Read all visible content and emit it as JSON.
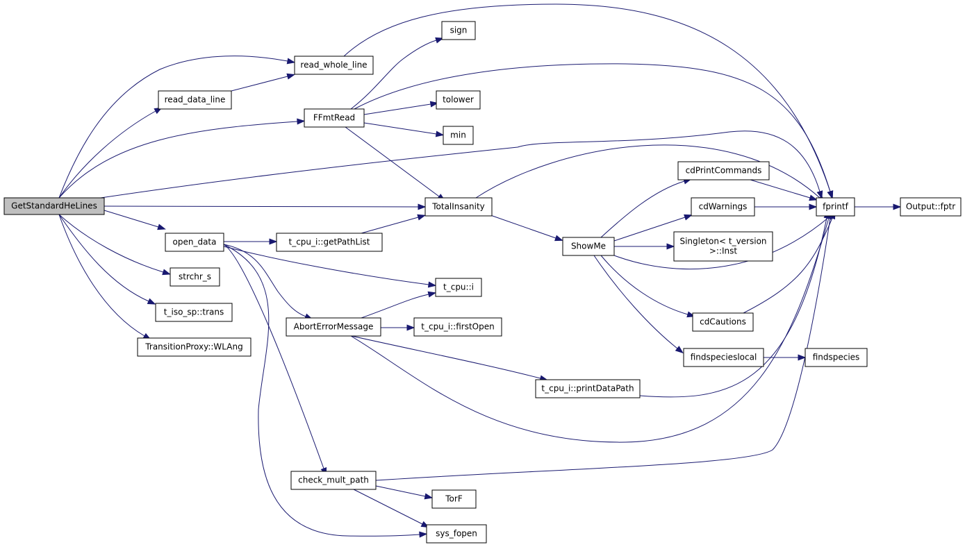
{
  "root_function": "GetStandardHeLines",
  "nodes": [
    {
      "id": "GetStandardHeLines",
      "lines": [
        "GetStandardHeLines"
      ],
      "root": true
    },
    {
      "id": "read_whole_line",
      "lines": [
        "read_whole_line"
      ]
    },
    {
      "id": "read_data_line",
      "lines": [
        "read_data_line"
      ]
    },
    {
      "id": "FFmtRead",
      "lines": [
        "FFmtRead"
      ]
    },
    {
      "id": "sign",
      "lines": [
        "sign"
      ]
    },
    {
      "id": "tolower",
      "lines": [
        "tolower"
      ]
    },
    {
      "id": "min",
      "lines": [
        "min"
      ]
    },
    {
      "id": "TotalInsanity",
      "lines": [
        "TotalInsanity"
      ]
    },
    {
      "id": "cdPrintCommands",
      "lines": [
        "cdPrintCommands"
      ]
    },
    {
      "id": "cdWarnings",
      "lines": [
        "cdWarnings"
      ]
    },
    {
      "id": "fprintf",
      "lines": [
        "fprintf"
      ]
    },
    {
      "id": "Output_fptr",
      "lines": [
        "Output::fptr"
      ]
    },
    {
      "id": "ShowMe",
      "lines": [
        "ShowMe"
      ]
    },
    {
      "id": "Singleton_Inst",
      "lines": [
        "Singleton< t_version",
        ">::Inst"
      ]
    },
    {
      "id": "open_data",
      "lines": [
        "open_data"
      ]
    },
    {
      "id": "t_cpu_i_getPathList",
      "lines": [
        "t_cpu_i::getPathList"
      ]
    },
    {
      "id": "strchr_s",
      "lines": [
        "strchr_s"
      ]
    },
    {
      "id": "t_cpu_i",
      "lines": [
        "t_cpu::i"
      ]
    },
    {
      "id": "t_iso_sp_trans",
      "lines": [
        "t_iso_sp::trans"
      ]
    },
    {
      "id": "cdCautions",
      "lines": [
        "cdCautions"
      ]
    },
    {
      "id": "TransitionProxy_WLAng",
      "lines": [
        "TransitionProxy::WLAng"
      ]
    },
    {
      "id": "AbortErrorMessage",
      "lines": [
        "AbortErrorMessage"
      ]
    },
    {
      "id": "t_cpu_i_firstOpen",
      "lines": [
        "t_cpu_i::firstOpen"
      ]
    },
    {
      "id": "findspecieslocal",
      "lines": [
        "findspecieslocal"
      ]
    },
    {
      "id": "findspecies",
      "lines": [
        "findspecies"
      ]
    },
    {
      "id": "t_cpu_i_printDataPath",
      "lines": [
        "t_cpu_i::printDataPath"
      ]
    },
    {
      "id": "check_mult_path",
      "lines": [
        "check_mult_path"
      ]
    },
    {
      "id": "TorF",
      "lines": [
        "TorF"
      ]
    },
    {
      "id": "sys_fopen",
      "lines": [
        "sys_fopen"
      ]
    }
  ],
  "edges": [
    {
      "from": "GetStandardHeLines",
      "to": "read_whole_line"
    },
    {
      "from": "GetStandardHeLines",
      "to": "read_data_line"
    },
    {
      "from": "GetStandardHeLines",
      "to": "FFmtRead"
    },
    {
      "from": "GetStandardHeLines",
      "to": "fprintf"
    },
    {
      "from": "GetStandardHeLines",
      "to": "TotalInsanity"
    },
    {
      "from": "GetStandardHeLines",
      "to": "open_data"
    },
    {
      "from": "GetStandardHeLines",
      "to": "strchr_s"
    },
    {
      "from": "GetStandardHeLines",
      "to": "t_iso_sp_trans"
    },
    {
      "from": "GetStandardHeLines",
      "to": "TransitionProxy_WLAng"
    },
    {
      "from": "read_data_line",
      "to": "read_whole_line"
    },
    {
      "from": "read_whole_line",
      "to": "fprintf"
    },
    {
      "from": "FFmtRead",
      "to": "sign"
    },
    {
      "from": "FFmtRead",
      "to": "fprintf"
    },
    {
      "from": "FFmtRead",
      "to": "tolower"
    },
    {
      "from": "FFmtRead",
      "to": "min"
    },
    {
      "from": "FFmtRead",
      "to": "TotalInsanity"
    },
    {
      "from": "TotalInsanity",
      "to": "fprintf"
    },
    {
      "from": "TotalInsanity",
      "to": "ShowMe"
    },
    {
      "from": "ShowMe",
      "to": "cdPrintCommands"
    },
    {
      "from": "ShowMe",
      "to": "cdWarnings"
    },
    {
      "from": "ShowMe",
      "to": "Singleton_Inst"
    },
    {
      "from": "ShowMe",
      "to": "fprintf"
    },
    {
      "from": "ShowMe",
      "to": "cdCautions"
    },
    {
      "from": "ShowMe",
      "to": "findspecieslocal"
    },
    {
      "from": "cdPrintCommands",
      "to": "fprintf"
    },
    {
      "from": "cdWarnings",
      "to": "fprintf"
    },
    {
      "from": "cdCautions",
      "to": "fprintf"
    },
    {
      "from": "fprintf",
      "to": "Output_fptr"
    },
    {
      "from": "findspecieslocal",
      "to": "findspecies"
    },
    {
      "from": "open_data",
      "to": "t_cpu_i_getPathList"
    },
    {
      "from": "open_data",
      "to": "t_cpu_i"
    },
    {
      "from": "open_data",
      "to": "AbortErrorMessage"
    },
    {
      "from": "open_data",
      "to": "check_mult_path"
    },
    {
      "from": "open_data",
      "to": "sys_fopen"
    },
    {
      "from": "t_cpu_i_getPathList",
      "to": "TotalInsanity"
    },
    {
      "from": "AbortErrorMessage",
      "to": "t_cpu_i"
    },
    {
      "from": "AbortErrorMessage",
      "to": "t_cpu_i_firstOpen"
    },
    {
      "from": "AbortErrorMessage",
      "to": "t_cpu_i_printDataPath"
    },
    {
      "from": "AbortErrorMessage",
      "to": "fprintf"
    },
    {
      "from": "t_cpu_i_printDataPath",
      "to": "fprintf"
    },
    {
      "from": "check_mult_path",
      "to": "fprintf"
    },
    {
      "from": "check_mult_path",
      "to": "TorF"
    },
    {
      "from": "check_mult_path",
      "to": "sys_fopen"
    }
  ]
}
